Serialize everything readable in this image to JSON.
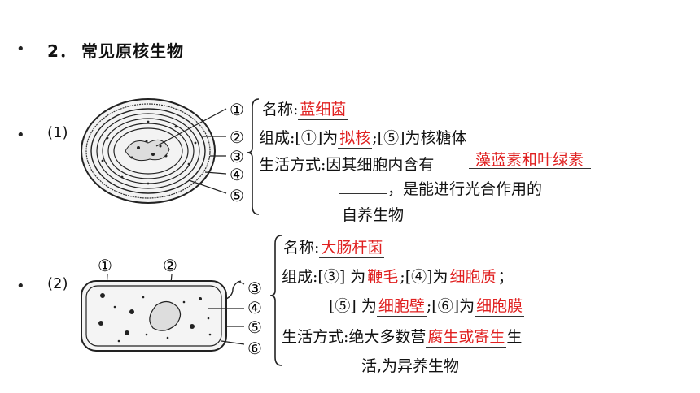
{
  "heading": {
    "bullet": "•",
    "number": "2．",
    "title": "常见原核生物"
  },
  "item1": {
    "bullet": "•",
    "label": "(1)",
    "markers": [
      "①",
      "②",
      "③",
      "④",
      "⑤"
    ],
    "name_label": "名称:",
    "name_answer": "蓝细菌",
    "comp_pre": "组成:[①]为",
    "comp_answer": "拟核",
    "comp_post": ";[⑤]为核糖体",
    "life_pre": "生活方式:因其细胞内含有",
    "life_answer": "藻蓝素和叶绿素",
    "life_cont": "，是能进行光合作用的",
    "life_end": "自养生物"
  },
  "item2": {
    "bullet": "•",
    "label": "(2)",
    "top_markers": [
      "①",
      "②"
    ],
    "side_markers": [
      "③",
      "④",
      "⑤",
      "⑥"
    ],
    "name_label": "名称:",
    "name_answer": "大肠杆菌",
    "comp_pre": "组成:[③] 为",
    "comp_a1": "鞭毛",
    "comp_mid": ";[④]为",
    "comp_a2": "细胞质",
    "comp_end": "；",
    "comp2_pre": "[⑤] 为",
    "comp2_a1": "细胞壁",
    "comp2_mid": ";[⑥]为",
    "comp2_a2": "细胞膜",
    "life_pre": "生活方式:绝大多数营",
    "life_answer": "腐生或寄生",
    "life_post": "生",
    "life_end": "活,为异养生物"
  }
}
